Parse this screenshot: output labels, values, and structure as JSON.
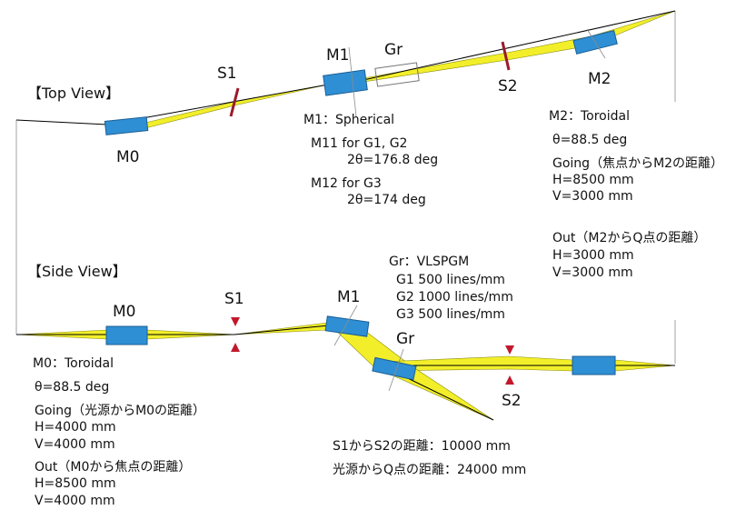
{
  "top_view": {
    "title": "【Top View】",
    "labels": {
      "m0": "M0",
      "s1": "S1",
      "m1": "M1",
      "gr": "Gr",
      "s2": "S2",
      "m2": "M2"
    }
  },
  "side_view": {
    "title": "【Side View】",
    "labels": {
      "m0": "M0",
      "s1": "S1",
      "m1": "M1",
      "gr": "Gr",
      "s2": "S2"
    }
  },
  "m1_spec": {
    "title": "M1：Spherical",
    "m11_line1": "M11  for G1, G2",
    "m11_line2": "2θ=176.8 deg",
    "m12_line1": "M12  for G3",
    "m12_line2": "2θ=174 deg"
  },
  "m2_spec": {
    "title": "M2：Toroidal",
    "theta": "θ=88.5 deg",
    "going": "Going（焦点からM2の距離）",
    "going_h": "H=8500 mm",
    "going_v": "V=3000 mm",
    "out": "Out（M2からQ点の距離）",
    "out_h": "H=3000 mm",
    "out_v": "V=3000 mm"
  },
  "gr_spec": {
    "title": "Gr：VLSPGM",
    "g1": "G1 500 lines/mm",
    "g2": "G2 1000 lines/mm",
    "g3": "G3 500 lines/mm"
  },
  "m0_spec": {
    "title": "M0：Toroidal",
    "theta": "θ=88.5 deg",
    "going": "Going（光源からM0の距離）",
    "going_h": "H=4000 mm",
    "going_v": "V=4000 mm",
    "out": "Out（M0から焦点の距離）",
    "out_h": "H=8500 mm",
    "out_v": "V=4000 mm"
  },
  "distances": {
    "s1_s2": "S1からS2の距離：10000 mm",
    "source_q": "光源からQ点の距離：24000 mm"
  },
  "colors": {
    "beam": "#f2ef2a",
    "mirror": "#2f8fd4",
    "slit": "#9a1b2a",
    "slit_marker": "#c2182b"
  }
}
